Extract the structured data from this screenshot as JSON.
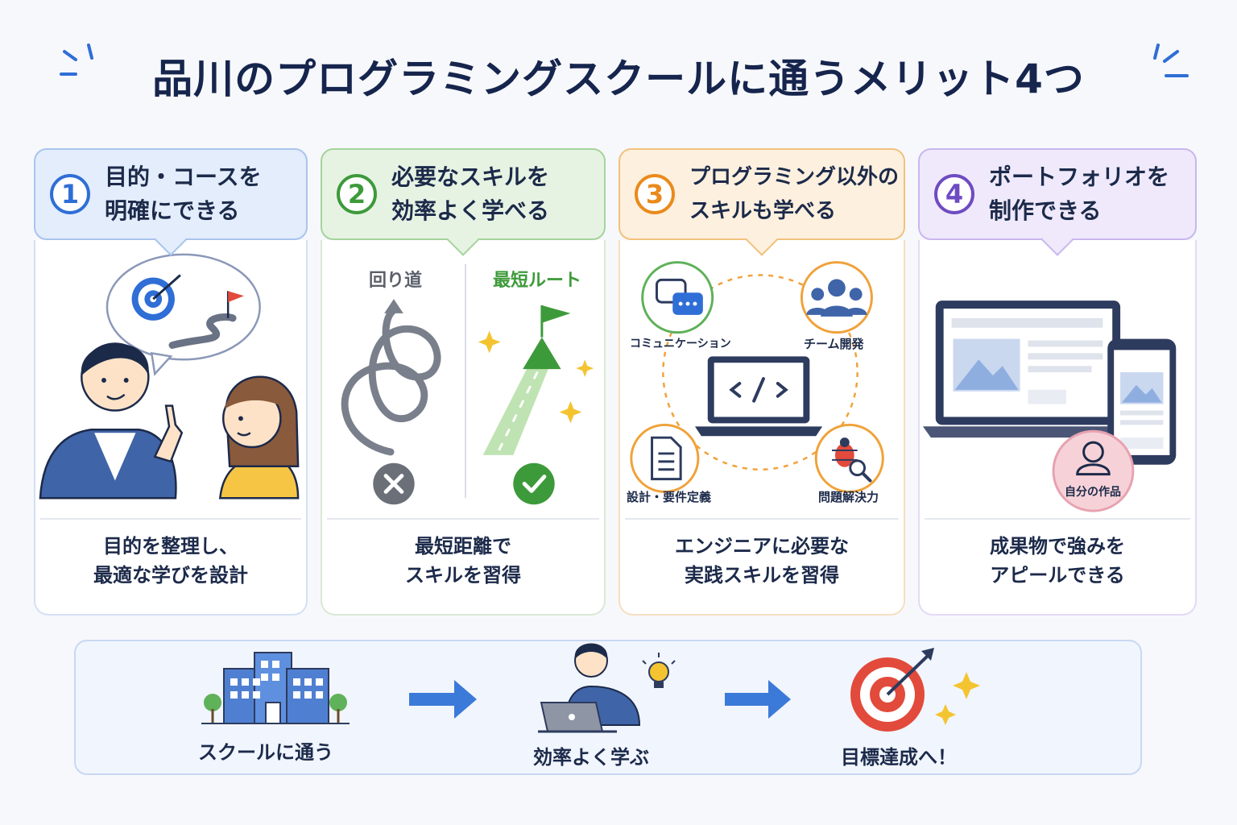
{
  "title": "品川のプログラミングスクールに通うメリット4つ",
  "cards": [
    {
      "number": "1",
      "heading": "目的・コースを\n明確にできる",
      "caption": "目的を整理し、\n最適な学びを設計",
      "color": "#2f6ed6"
    },
    {
      "number": "2",
      "heading": "必要なスキルを\n効率よく学べる",
      "caption": "最短距離で\nスキルを習得",
      "color": "#3d9a3a",
      "left_label": "回り道",
      "right_label": "最短ルート"
    },
    {
      "number": "3",
      "heading": "プログラミング以外の\nスキルも学べる",
      "caption": "エンジニアに必要な\n実践スキルを習得",
      "color": "#ea8a1c",
      "skills": [
        "コミュニケーション",
        "チーム開発",
        "設計・要件定義",
        "問題解決力"
      ]
    },
    {
      "number": "4",
      "heading": "ポートフォリオを\n制作できる",
      "caption": "成果物で強みを\nアピールできる",
      "color": "#6f4bc2",
      "badge": "自分の作品"
    }
  ],
  "flow": {
    "steps": [
      "スクールに通う",
      "効率よく学ぶ",
      "目標達成へ！"
    ]
  }
}
